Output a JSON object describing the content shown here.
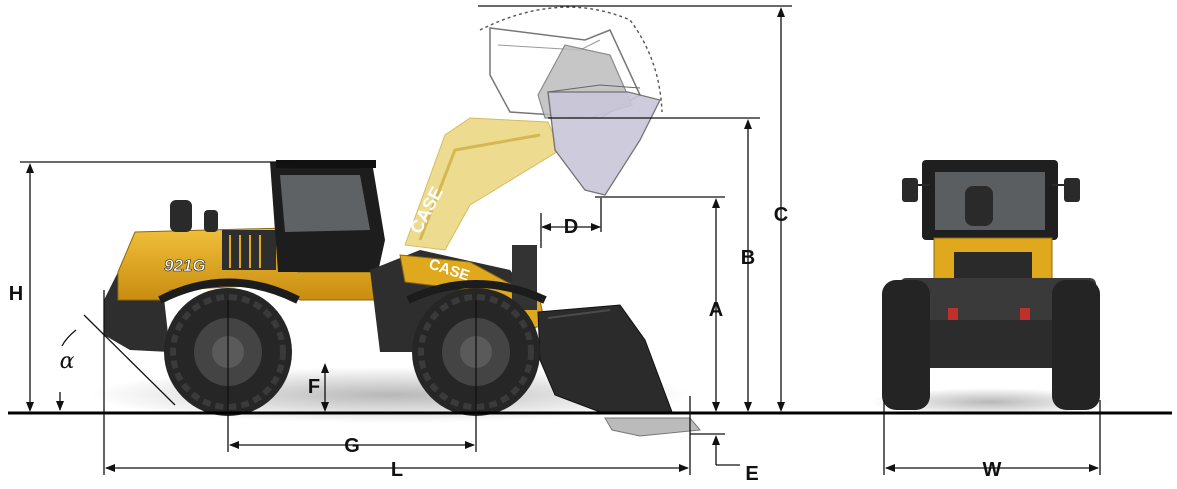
{
  "machine": {
    "model_decal": "921G",
    "brand_decal": "CASE",
    "colors": {
      "body": "#e0a81c",
      "boom_ghost": "#e8cf6a",
      "dark": "#3a3a3a",
      "tire": "#262626",
      "ground": "#000000",
      "dump_bucket": "#c9c7d9"
    }
  },
  "dimensions": {
    "A": "A",
    "B": "B",
    "C": "C",
    "D": "D",
    "E": "E",
    "F": "F",
    "G": "G",
    "H": "H",
    "L": "L",
    "W": "W",
    "alpha": "α"
  }
}
